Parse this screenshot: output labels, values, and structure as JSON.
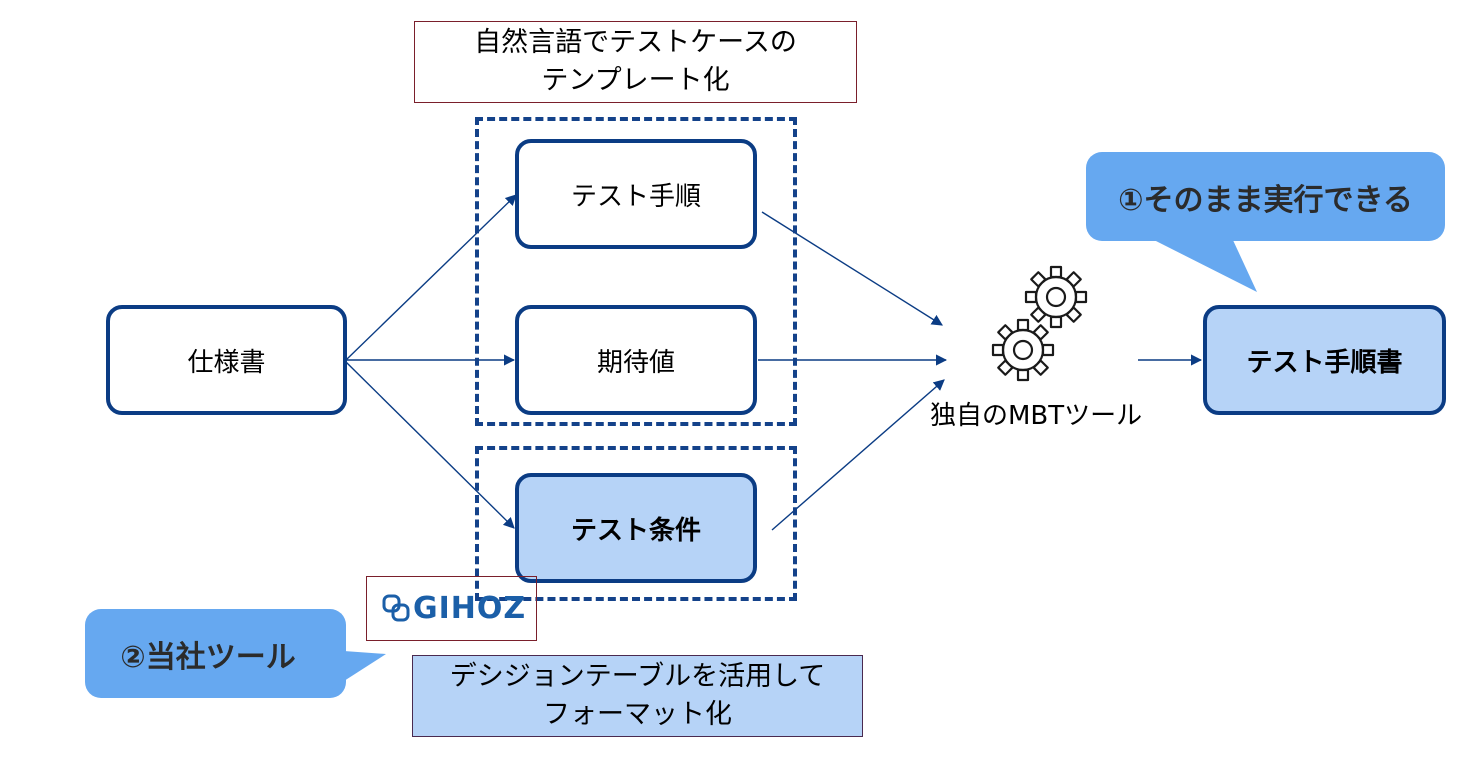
{
  "colors": {
    "node_border": "#0b3c84",
    "node_fill": "#b6d3f7",
    "callout": "#66a8f0",
    "arrow": "#0b3c84",
    "note_border": "#7a1f2b"
  },
  "notes": {
    "top_line1": "自然言語でテストケースの",
    "top_line2": "テンプレート化",
    "bottom_line1": "デシジョンテーブルを活用して",
    "bottom_line2": "フォーマット化"
  },
  "nodes": {
    "spec": "仕様書",
    "test_steps": "テスト手順",
    "expected": "期待値",
    "test_conditions": "テスト条件",
    "output": "テスト手順書"
  },
  "tool": {
    "label": "独自のMBTツール",
    "icon": "gears-icon"
  },
  "callouts": {
    "c1": "①そのまま実行できる",
    "c2": "②当社ツール"
  },
  "logo": {
    "text": "GIHOZ"
  }
}
